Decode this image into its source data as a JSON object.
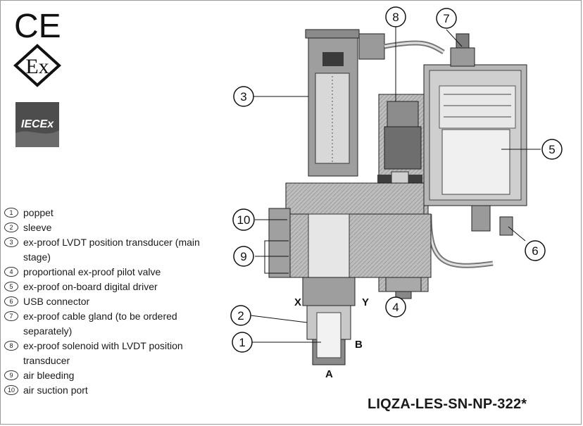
{
  "logos": {
    "ce": "CE",
    "ex": "Ex",
    "iecex": "IECEx"
  },
  "legend": [
    {
      "num": "1",
      "text": "poppet"
    },
    {
      "num": "2",
      "text": "sleeve"
    },
    {
      "num": "3",
      "text": "ex-proof LVDT position transducer (main stage)"
    },
    {
      "num": "4",
      "text": "proportional ex-proof pilot valve"
    },
    {
      "num": "5",
      "text": "ex-proof on-board digital driver"
    },
    {
      "num": "6",
      "text": "USB connector"
    },
    {
      "num": "7",
      "text": "ex-proof cable gland (to be ordered separately)"
    },
    {
      "num": "8",
      "text": "ex-proof solenoid with LVDT position transducer"
    },
    {
      "num": "9",
      "text": "air bleeding"
    },
    {
      "num": "10",
      "text": "air suction port"
    }
  ],
  "callouts": {
    "c1": "1",
    "c2": "2",
    "c3": "3",
    "c4": "4",
    "c5": "5",
    "c6": "6",
    "c7": "7",
    "c8": "8",
    "c9": "9",
    "c10": "10"
  },
  "ports": {
    "x": "X",
    "y": "Y",
    "a": "A",
    "b": "B"
  },
  "model": "LIQZA-LES-SN-NP-322*"
}
